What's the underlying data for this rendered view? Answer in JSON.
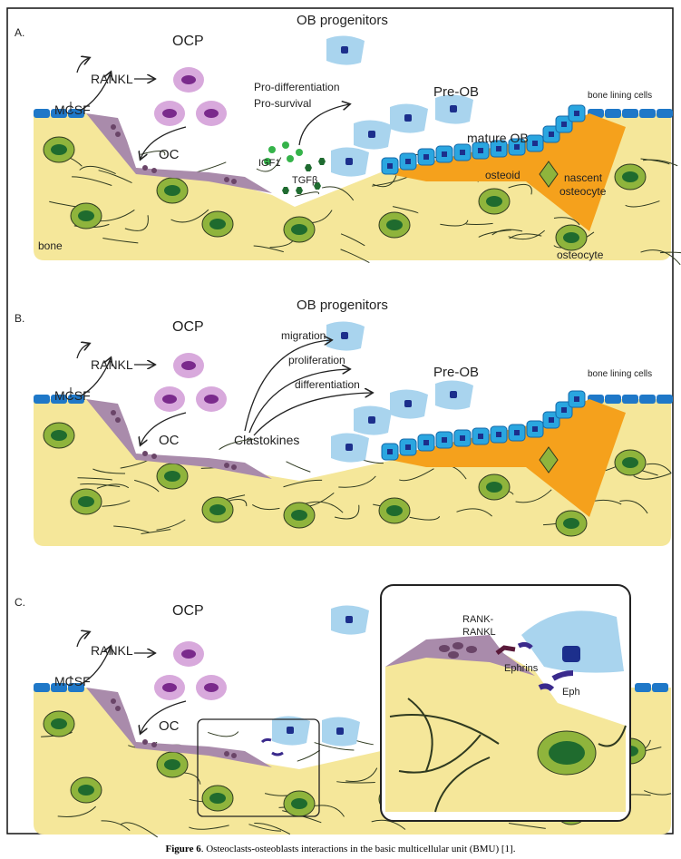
{
  "colors": {
    "bone": "#f5e79a",
    "bone_line": "#2f3a20",
    "osteocyte": "#8fb43c",
    "osteocyte_nucleus": "#1f6b2e",
    "oc": "#a98bab",
    "ocp": "#d8a9dc",
    "ocp_nucleus": "#7a2a8c",
    "ob": "#a9d4ee",
    "ob_nucleus": "#1c2f8c",
    "mature_ob": "#2aa6e0",
    "lining": "#1f78c8",
    "osteoid": "#f5a11c",
    "growth_factor": "#2e9c4a"
  },
  "panels": {
    "a": {
      "letter": "A.",
      "mcsf": "MCSF",
      "rankl": "RANKL",
      "ocp": "OCP",
      "oc": "OC",
      "ob_progenitors": "OB progenitors",
      "pro_diff": "Pro-differentiation",
      "pro_surv": "Pro-survival",
      "pre_ob": "Pre-OB",
      "bone_lining": "bone lining cells",
      "mature_ob": "mature OB",
      "igf1": "IGF1",
      "tgfb": "TGFβ",
      "osteoid": "osteoid",
      "nascent1": "nascent",
      "nascent2": "osteocyte",
      "bone": "bone",
      "osteocyte": "osteocyte"
    },
    "b": {
      "letter": "B.",
      "mcsf": "MCSF",
      "rankl": "RANKL",
      "ocp": "OCP",
      "oc": "OC",
      "ob_progenitors": "OB progenitors",
      "migration": "migration",
      "proliferation": "proliferation",
      "differentiation": "differentiation",
      "pre_ob": "Pre-OB",
      "bone_lining": "bone lining cells",
      "clastokines": "Clastokines"
    },
    "c": {
      "letter": "C.",
      "mcsf": "MCSF",
      "rankl": "RANKL",
      "ocp": "OCP",
      "oc": "OC",
      "rank_rankl1": "RANK-",
      "rank_rankl2": "RANKL",
      "ephrins": "Ephrins",
      "eph": "Eph"
    }
  },
  "caption": {
    "figure": "Figure 6",
    "text": ". Osteoclasts-osteoblasts interactions in the basic multicellular unit (BMU) [1]."
  }
}
